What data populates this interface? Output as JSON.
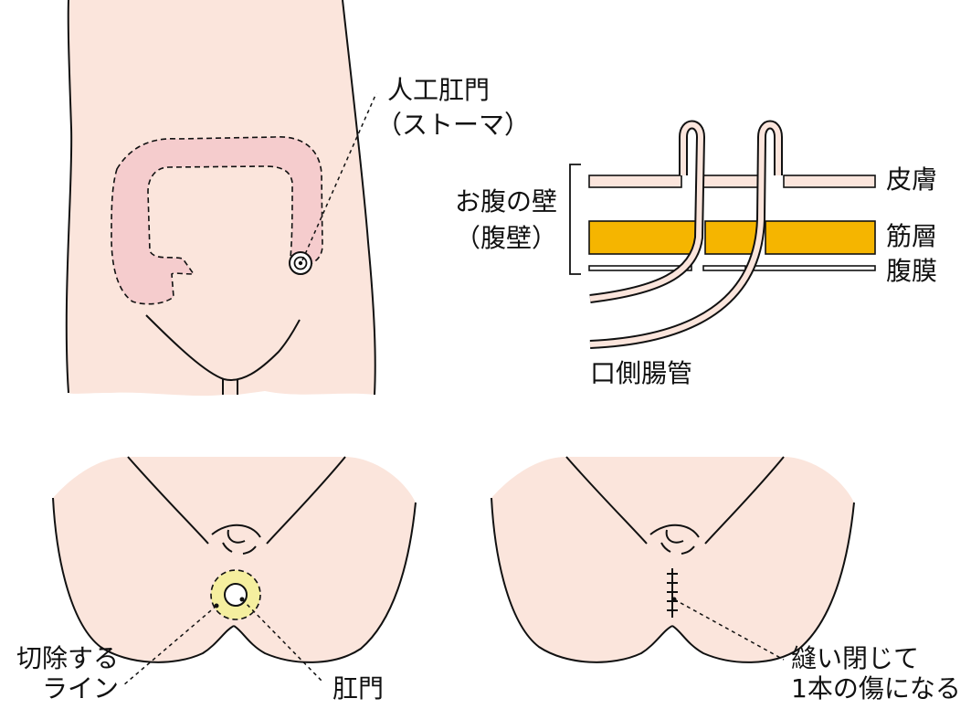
{
  "colors": {
    "skin": "#fbe5dc",
    "colon": "#f5cccd",
    "muscle": "#f5b500",
    "excision": "#f5ef9f",
    "outline": "#111111"
  },
  "body_figure": {
    "stoma_label_line1": "人工肛門",
    "stoma_label_line2": "（ストーマ）"
  },
  "wall_figure": {
    "wall_label_line1": "お腹の壁",
    "wall_label_line2": "（腹壁）",
    "layers": [
      "皮膚",
      "筋層",
      "腹膜"
    ],
    "intestine_label": "口側腸管"
  },
  "perineum_before": {
    "cut_label_line1": "切除する",
    "cut_label_line2": "ライン",
    "anus_label": "肛門"
  },
  "perineum_after": {
    "wound_label_line1": "縫い閉じて",
    "wound_label_line2": "1本の傷になる"
  }
}
